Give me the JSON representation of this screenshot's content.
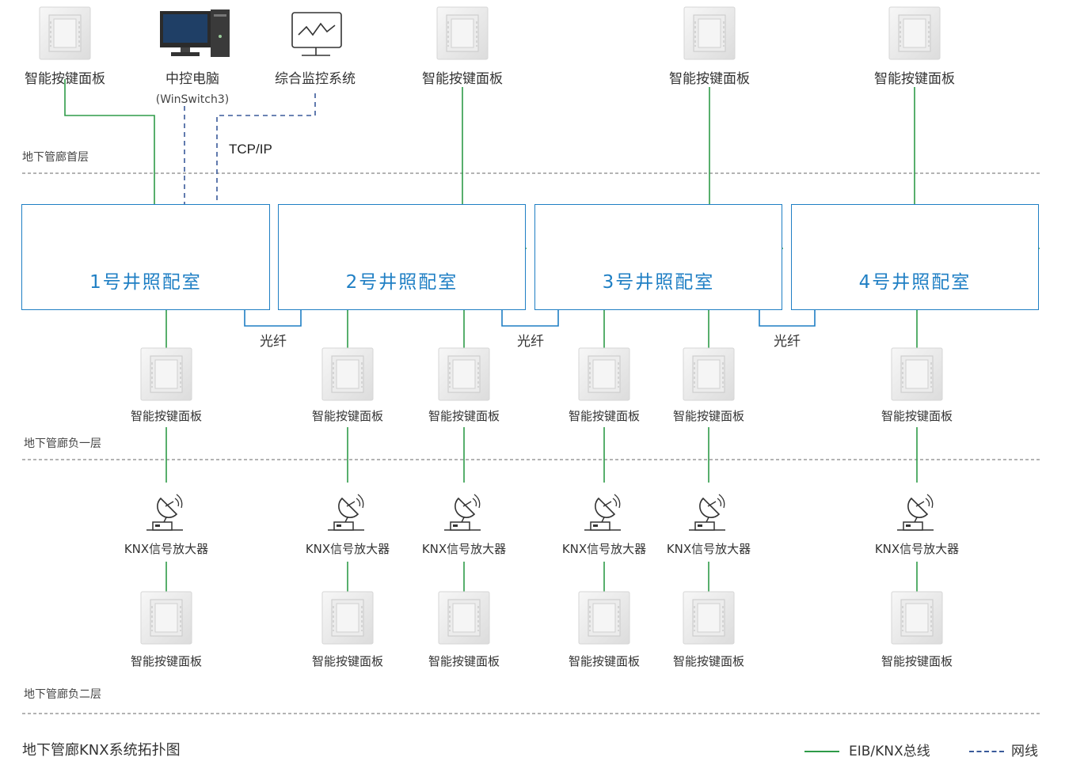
{
  "top": {
    "panel1": "智能按键面板",
    "pc_label": "中控电脑",
    "pc_sub": "(WinSwitch3)",
    "monitor_label": "综合监控系统",
    "panel2": "智能按键面板",
    "panel3": "智能按键面板",
    "panel4": "智能按键面板",
    "tcp": "TCP/IP"
  },
  "floors": {
    "f1": "地下管廊首层",
    "b1": "地下管廊负一层",
    "b2": "地下管廊负二层"
  },
  "rooms": [
    "1号井照配室",
    "2号井照配室",
    "3号井照配室",
    "4号井照配室"
  ],
  "fiber": [
    "光纤",
    "光纤",
    "光纤"
  ],
  "b1_panels": [
    "智能按键面板",
    "智能按键面板",
    "智能按键面板",
    "智能按键面板",
    "智能按键面板",
    "智能按键面板"
  ],
  "amplifiers": [
    "KNX信号放大器",
    "KNX信号放大器",
    "KNX信号放大器",
    "KNX信号放大器",
    "KNX信号放大器",
    "KNX信号放大器"
  ],
  "b2_panels": [
    "智能按键面板",
    "智能按键面板",
    "智能按键面板",
    "智能按键面板",
    "智能按键面板",
    "智能按键面板"
  ],
  "caption": "地下管廊KNX系统拓扑图",
  "legend": {
    "bus_label": "EIB/KNX总线",
    "net_label": "网线",
    "bus_color": "#2e9b48",
    "net_color": "#3a5a9a",
    "room_color": "#1f7fc4"
  }
}
